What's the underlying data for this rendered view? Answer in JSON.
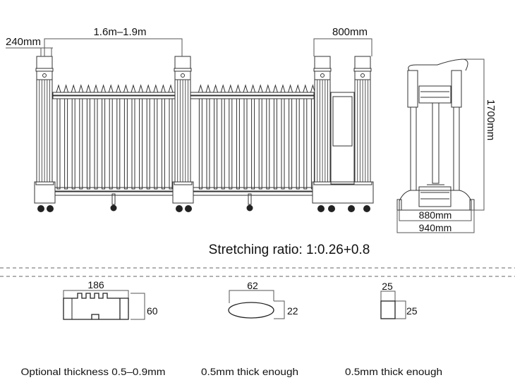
{
  "gate_front_view": {
    "post_width_label": "240mm",
    "span_label": "1.6m–1.9m",
    "head_width_label": "800mm"
  },
  "side_view": {
    "height_label": "1700mm",
    "inner_width_label": "880mm",
    "outer_width_label": "940mm"
  },
  "stretching_ratio": "Stretching ratio: 1:0.26+0.8",
  "profiles": [
    {
      "width": "186",
      "height": "60",
      "caption": "Optional thickness 0.5–0.9mm"
    },
    {
      "width": "62",
      "height": "22",
      "caption": "0.5mm thick enough"
    },
    {
      "width": "25",
      "height": "25",
      "caption": "0.5mm thick enough"
    }
  ],
  "colors": {
    "line": "#333333",
    "dimension": "#555555"
  }
}
